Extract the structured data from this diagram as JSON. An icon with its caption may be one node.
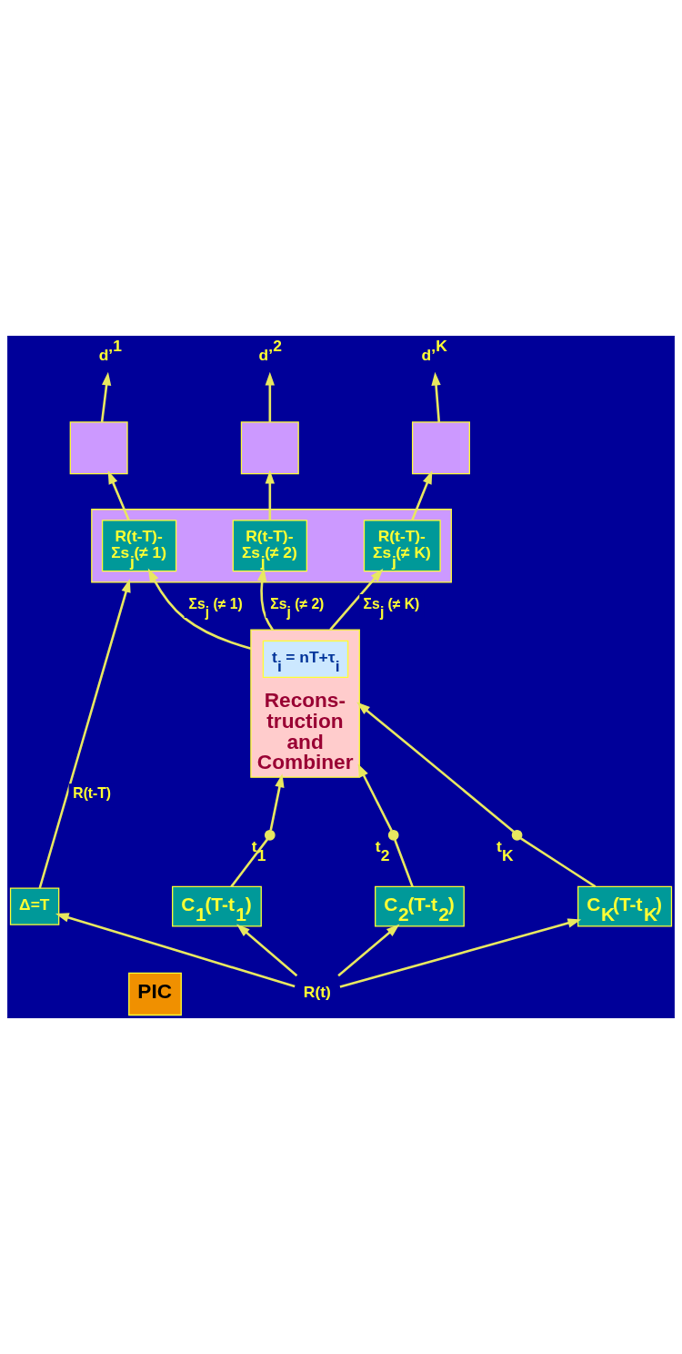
{
  "diagram": {
    "nodes": [
      {
        "text": [
          "PIC"
        ]
      },
      {
        "text": [
          "R(t)"
        ]
      },
      {
        "text": [
          "C$_{1}$(T-t$_{1}$)"
        ]
      },
      {
        "text": [
          "C$_{2}$(T-t$_{2}$)"
        ]
      },
      {
        "text": [
          "C$_{K}$(T-t$_{K}$)"
        ]
      },
      {
        "text": [],
        "shape": "switch",
        "beside": [
          "t$_{1}$"
        ]
      },
      {
        "text": [],
        "shape": "switch",
        "beside": [
          "t$_{2}$"
        ]
      },
      {
        "text": [],
        "shape": "switch",
        "beside": [
          "t$_{K}$"
        ]
      },
      {
        "text": [
          "Δ=T"
        ]
      },
      {
        "text": [
          "Recons- truction and Combiner"
        ]
      },
      {
        "text": [
          "t$_{i}$ = nT+τ$_{i}$"
        ],
        "in": 9
      },
      {
        "text": [],
        "shape": "box"
      },
      {
        "text": [
          "R(t-T)- Σs$_{j}$(≠ 1)"
        ],
        "in": 11
      },
      {
        "text": [
          "R(t-T)- Σs$_{j}$(≠ 2)"
        ],
        "in": 11
      },
      {
        "text": [
          "R(t-T)- Σs$_{j}$(≠ K)"
        ],
        "in": 11
      },
      {
        "text": [],
        "shape": "box"
      },
      {
        "text": [],
        "shape": "box"
      },
      {
        "text": [],
        "shape": "box"
      },
      {
        "text": [
          "d’$^{1}$"
        ]
      },
      {
        "text": [
          "d’$^{2}$"
        ]
      },
      {
        "text": [
          "d’$^{K}$"
        ]
      }
    ],
    "edges": [
      {
        "from": 1,
        "to": 2,
        "arrow": "to"
      },
      {
        "from": 1,
        "to": 3,
        "arrow": "to"
      },
      {
        "from": 1,
        "to": 4,
        "arrow": "to"
      },
      {
        "from": 1,
        "to": 8,
        "arrow": "to"
      },
      {
        "from": 2,
        "to": 5,
        "arrow": "none"
      },
      {
        "from": 3,
        "to": 6,
        "arrow": "none"
      },
      {
        "from": 4,
        "to": 7,
        "arrow": "none"
      },
      {
        "from": 5,
        "to": 9,
        "arrow": "to"
      },
      {
        "from": 6,
        "to": 9,
        "arrow": "to"
      },
      {
        "from": 7,
        "to": 9,
        "arrow": "to"
      },
      {
        "from": 9,
        "to": 12,
        "arrow": "to",
        "label": "Σs$_{j}$ (≠ 1)"
      },
      {
        "from": 9,
        "to": 13,
        "arrow": "to",
        "label": "Σs$_{j}$ (≠ 2)"
      },
      {
        "from": 9,
        "to": 14,
        "arrow": "to",
        "label": "Σs$_{j}$ (≠ K)"
      },
      {
        "from": 8,
        "to": 11,
        "arrow": "to",
        "label": "R(t-T)"
      },
      {
        "from": 12,
        "to": 15,
        "arrow": "to"
      },
      {
        "from": 13,
        "to": 16,
        "arrow": "to"
      },
      {
        "from": 14,
        "to": 17,
        "arrow": "to"
      },
      {
        "from": 15,
        "to": 18,
        "arrow": "to"
      },
      {
        "from": 16,
        "to": 19,
        "arrow": "to"
      },
      {
        "from": 17,
        "to": 20,
        "arrow": "to"
      }
    ]
  }
}
